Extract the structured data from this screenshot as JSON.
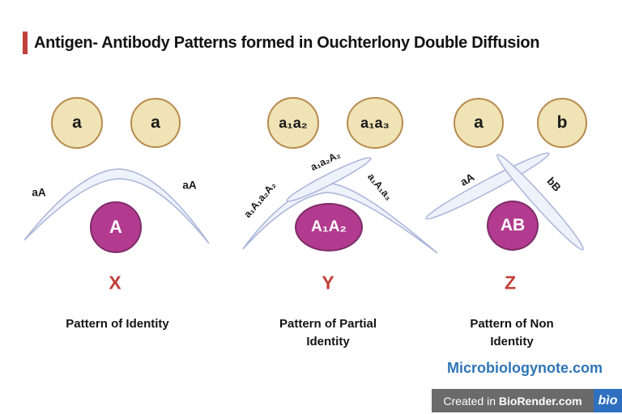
{
  "title": "Antigen- Antibody Patterns formed in Ouchterlony Double Diffusion",
  "colors": {
    "accent_red": "#c2403a",
    "antigen_fill": "#f0e3b5",
    "antigen_stroke": "#b68b4e",
    "antibody_fill": "#b23b90",
    "antibody_stroke": "#7e2d68",
    "arc_fill": "#eef2fb",
    "arc_stroke": "#a9b4da",
    "link_blue": "#2e75b6",
    "badge_gray": "#6a6a6a",
    "badge_blue": "#2e6fc0"
  },
  "patterns": [
    {
      "letter": "X",
      "caption": "Pattern of Identity",
      "top_wells": [
        "a",
        "a"
      ],
      "center_well": "A",
      "arc_labels": [
        "aA",
        "aA"
      ]
    },
    {
      "letter": "Y",
      "caption": "Pattern of Partial Identity",
      "top_wells": [
        "a₁a₂",
        "a₁a₃"
      ],
      "center_well": "A₁A₂",
      "arc_labels": [
        "a₁A₁a₂A₂",
        "a₁a₂A₂",
        "a₁A₁a₃"
      ]
    },
    {
      "letter": "Z",
      "caption": "Pattern of Non Identity",
      "top_wells": [
        "a",
        "b"
      ],
      "center_well": "AB",
      "arc_labels": [
        "aA",
        "bB"
      ]
    }
  ],
  "footer": {
    "website": "Microbiologynote.com",
    "badge_prefix": "Created in ",
    "badge_brand": "BioRender.com",
    "badge_logo": "bìo"
  }
}
